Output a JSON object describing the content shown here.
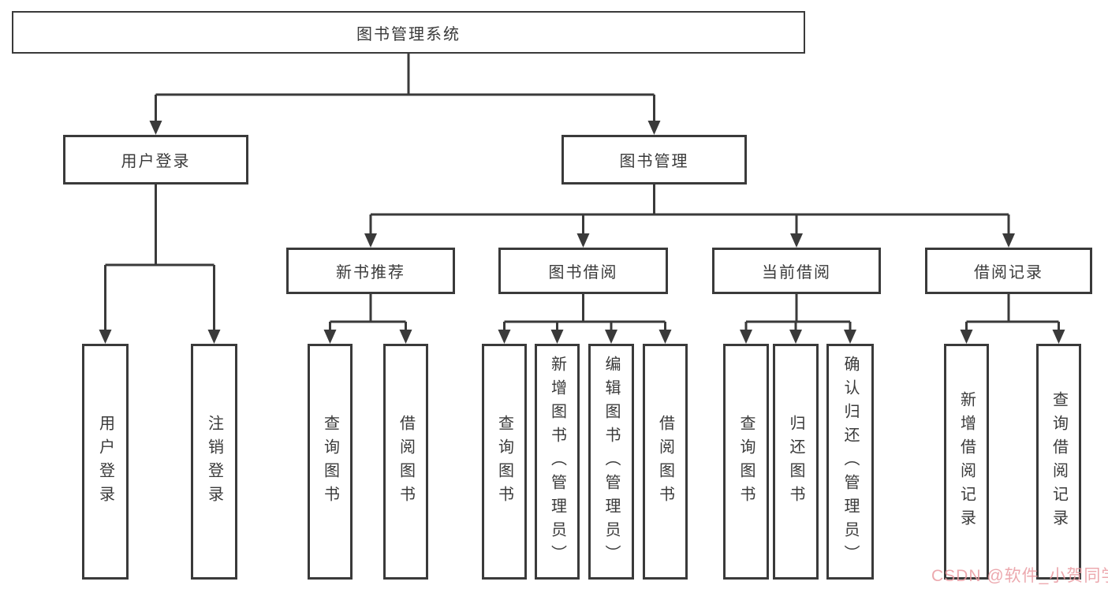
{
  "nodes": {
    "root": {
      "label": "图书管理系统"
    },
    "level2": [
      {
        "label": "用户登录"
      },
      {
        "label": "图书管理"
      }
    ],
    "level3": [
      {
        "label": "新书推荐"
      },
      {
        "label": "图书借阅"
      },
      {
        "label": "当前借阅"
      },
      {
        "label": "借阅记录"
      }
    ],
    "leaves": {
      "user_login": [
        {
          "label": "用户登录"
        },
        {
          "label": "注销登录"
        }
      ],
      "new_book": [
        {
          "label": "查询图书"
        },
        {
          "label": "借阅图书"
        }
      ],
      "book_borrow": [
        {
          "label": "查询图书"
        },
        {
          "label": "新增图书（管理员）"
        },
        {
          "label": "编辑图书（管理员）"
        },
        {
          "label": "借阅图书"
        }
      ],
      "current_borrow": [
        {
          "label": "查询图书"
        },
        {
          "label": "归还图书"
        },
        {
          "label": "确认归还（管理员）"
        }
      ],
      "records": [
        {
          "label": "新增借阅记录"
        },
        {
          "label": "查询借阅记录"
        }
      ]
    }
  },
  "watermark": {
    "text": "CSDN @软件_小贺同学",
    "color": "#e99aa0"
  },
  "colors": {
    "line": "#3a3a3a",
    "border": "#3a3a3a",
    "text": "#3a3a3a",
    "background": "#ffffff"
  }
}
